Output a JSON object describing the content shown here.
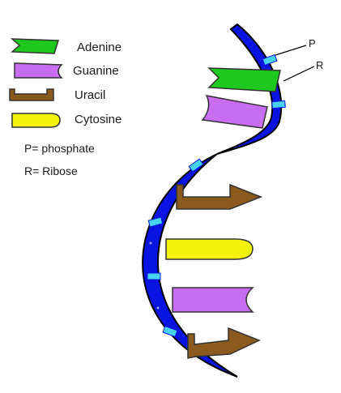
{
  "legend": [
    {
      "key": "adenine",
      "label": "Adenine",
      "color": "#1ec81e"
    },
    {
      "key": "guanine",
      "label": "Guanine",
      "color": "#c86cf0"
    },
    {
      "key": "uracil",
      "label": "Uracil",
      "color": "#8b5a1e"
    },
    {
      "key": "cytosine",
      "label": "Cytosine",
      "color": "#f2f20a"
    }
  ],
  "notes": {
    "phosphate": "P= phosphate",
    "ribose": "R= Ribose"
  },
  "callouts": {
    "phosphate": "P",
    "ribose": "R"
  },
  "strand": {
    "backbone_color": "#0a14e0",
    "phosphate_color": "#46d2f0",
    "bases_top_to_bottom": [
      "adenine",
      "guanine",
      "uracil",
      "cytosine",
      "guanine",
      "uracil"
    ]
  }
}
